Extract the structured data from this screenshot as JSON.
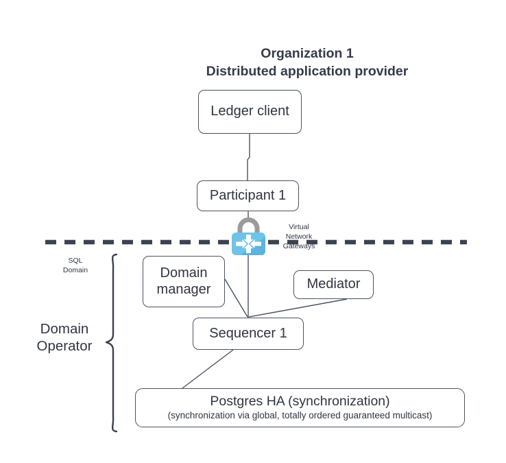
{
  "diagram": {
    "title": {
      "line1": "Organization 1",
      "line2": "Distributed application provider",
      "combined": "Organization 1\nDistributed application provider"
    },
    "nodes": {
      "ledger_client": {
        "label": "Ledger client"
      },
      "participant_1": {
        "label": "Participant 1"
      },
      "domain_manager": {
        "label": "Domain\nmanager"
      },
      "mediator": {
        "label": "Mediator"
      },
      "sequencer_1": {
        "label": "Sequencer 1"
      },
      "postgres_ha": {
        "label": "Postgres HA (synchronization)",
        "sublabel": "(synchronization via global, totally ordered guaranteed multicast)"
      }
    },
    "labels": {
      "virtual_network_gateways": "Virtual\nNetwork\nGateways",
      "sql_domain": "SQL\nDomain",
      "domain_operator": "Domain\nOperator"
    },
    "icons": {
      "vng": "lock-network-gateway-icon"
    },
    "colors": {
      "node_border": "#4a5160",
      "node_fill": "#ffffff",
      "text": "#2f3441",
      "title_text": "#353b49",
      "dashed_boundary": "#3c4350",
      "connector": "#4a5160",
      "icon_lock_shackle": "#9b9b9b",
      "icon_body_light": "#6ec4e8",
      "icon_body_dark": "#5ab4dd",
      "icon_arrows": "#ffffff",
      "brace": "#3a4150"
    }
  }
}
